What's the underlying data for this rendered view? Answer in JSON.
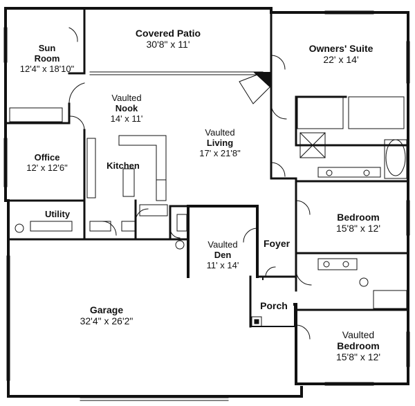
{
  "rooms": {
    "covered_patio": {
      "name": "Covered Patio",
      "dims": "30'8\" x 11'"
    },
    "sun_room": {
      "name_line1": "Sun",
      "name_line2": "Room",
      "dims": "12'4\" x 18'10\""
    },
    "owners_suite": {
      "name": "Owners' Suite",
      "dims": "22' x 14'"
    },
    "nook": {
      "qualifier": "Vaulted",
      "name": "Nook",
      "dims": "14' x 11'"
    },
    "living": {
      "qualifier": "Vaulted",
      "name": "Living",
      "dims": "17' x 21'8\""
    },
    "office": {
      "name": "Office",
      "dims": "12' x 12'6\""
    },
    "kitchen": {
      "name": "Kitchen"
    },
    "utility": {
      "name": "Utility"
    },
    "bedroom_1": {
      "name": "Bedroom",
      "dims": "15'8\" x 12'"
    },
    "den": {
      "qualifier": "Vaulted",
      "name": "Den",
      "dims": "11' x 14'"
    },
    "foyer": {
      "name": "Foyer"
    },
    "porch": {
      "name": "Porch"
    },
    "garage": {
      "name": "Garage",
      "dims": "32'4\" x 26'2\""
    },
    "bedroom_2": {
      "qualifier": "Vaulted",
      "name": "Bedroom",
      "dims": "15'8\" x 12'"
    }
  }
}
